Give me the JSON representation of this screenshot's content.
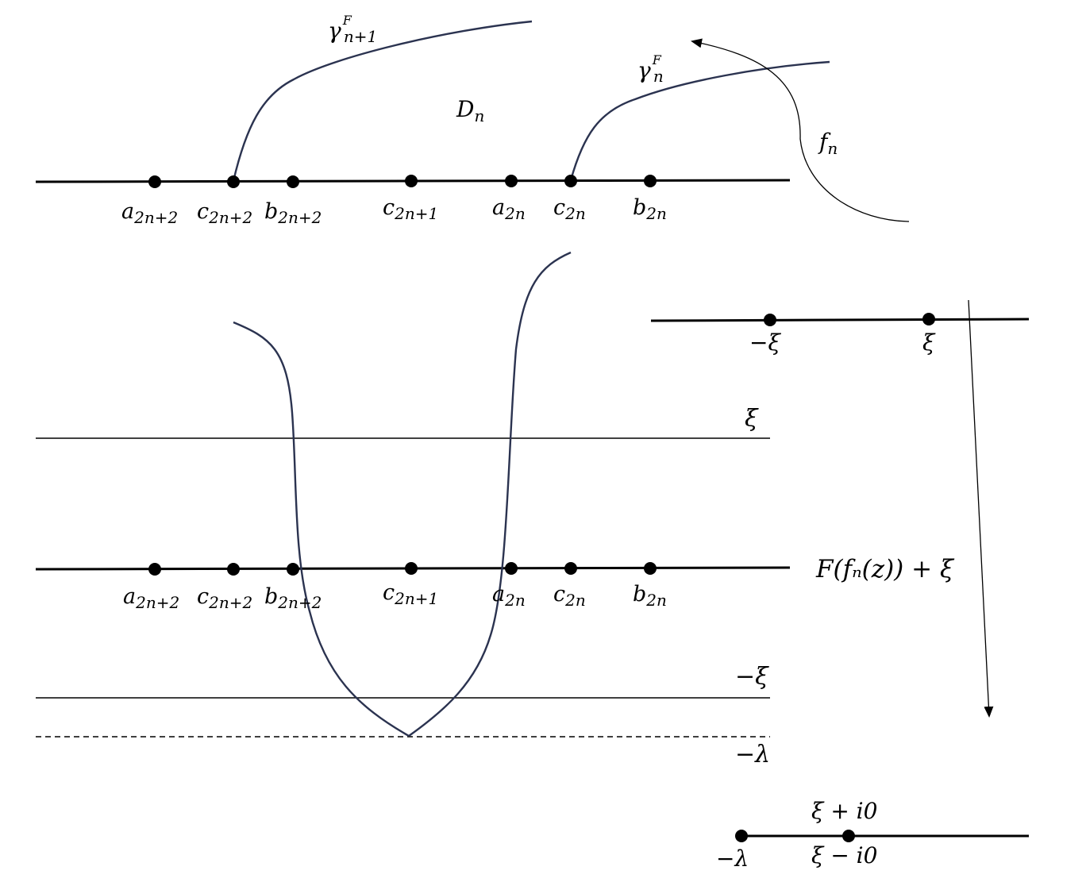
{
  "colors": {
    "ink": "#000000",
    "curve": "#2b3350",
    "background": "#ffffff"
  },
  "top": {
    "points": [
      {
        "base": "a",
        "sub": "2n+2"
      },
      {
        "base": "c",
        "sub": "2n+2"
      },
      {
        "base": "b",
        "sub": "2n+2"
      },
      {
        "base": "c",
        "sub": "2n+1"
      },
      {
        "base": "a",
        "sub": "2n"
      },
      {
        "base": "c",
        "sub": "2n"
      },
      {
        "base": "b",
        "sub": "2n"
      }
    ],
    "gamma_n1": {
      "base": "γ",
      "sup": "F",
      "sub": "n+1"
    },
    "gamma_n": {
      "base": "γ",
      "sup": "F",
      "sub": "n"
    },
    "domain": {
      "base": "D",
      "sub": "n"
    },
    "map": {
      "base": "f",
      "sub": "n"
    }
  },
  "middle": {
    "points": [
      {
        "base": "a",
        "sub": "2n+2"
      },
      {
        "base": "c",
        "sub": "2n+2"
      },
      {
        "base": "b",
        "sub": "2n+2"
      },
      {
        "base": "c",
        "sub": "2n+1"
      },
      {
        "base": "a",
        "sub": "2n"
      },
      {
        "base": "c",
        "sub": "2n"
      },
      {
        "base": "b",
        "sub": "2n"
      }
    ],
    "xi_label": "ξ",
    "minus_xi_label": "−ξ",
    "minus_lambda_label": "−λ",
    "map_label": "F(fₙ(z)) + ξ"
  },
  "right_top": {
    "minus_xi": "−ξ",
    "xi": "ξ"
  },
  "right_bottom": {
    "minus_lambda": "−λ",
    "xi_plus": "ξ + i0",
    "xi_minus": "ξ − i0"
  }
}
